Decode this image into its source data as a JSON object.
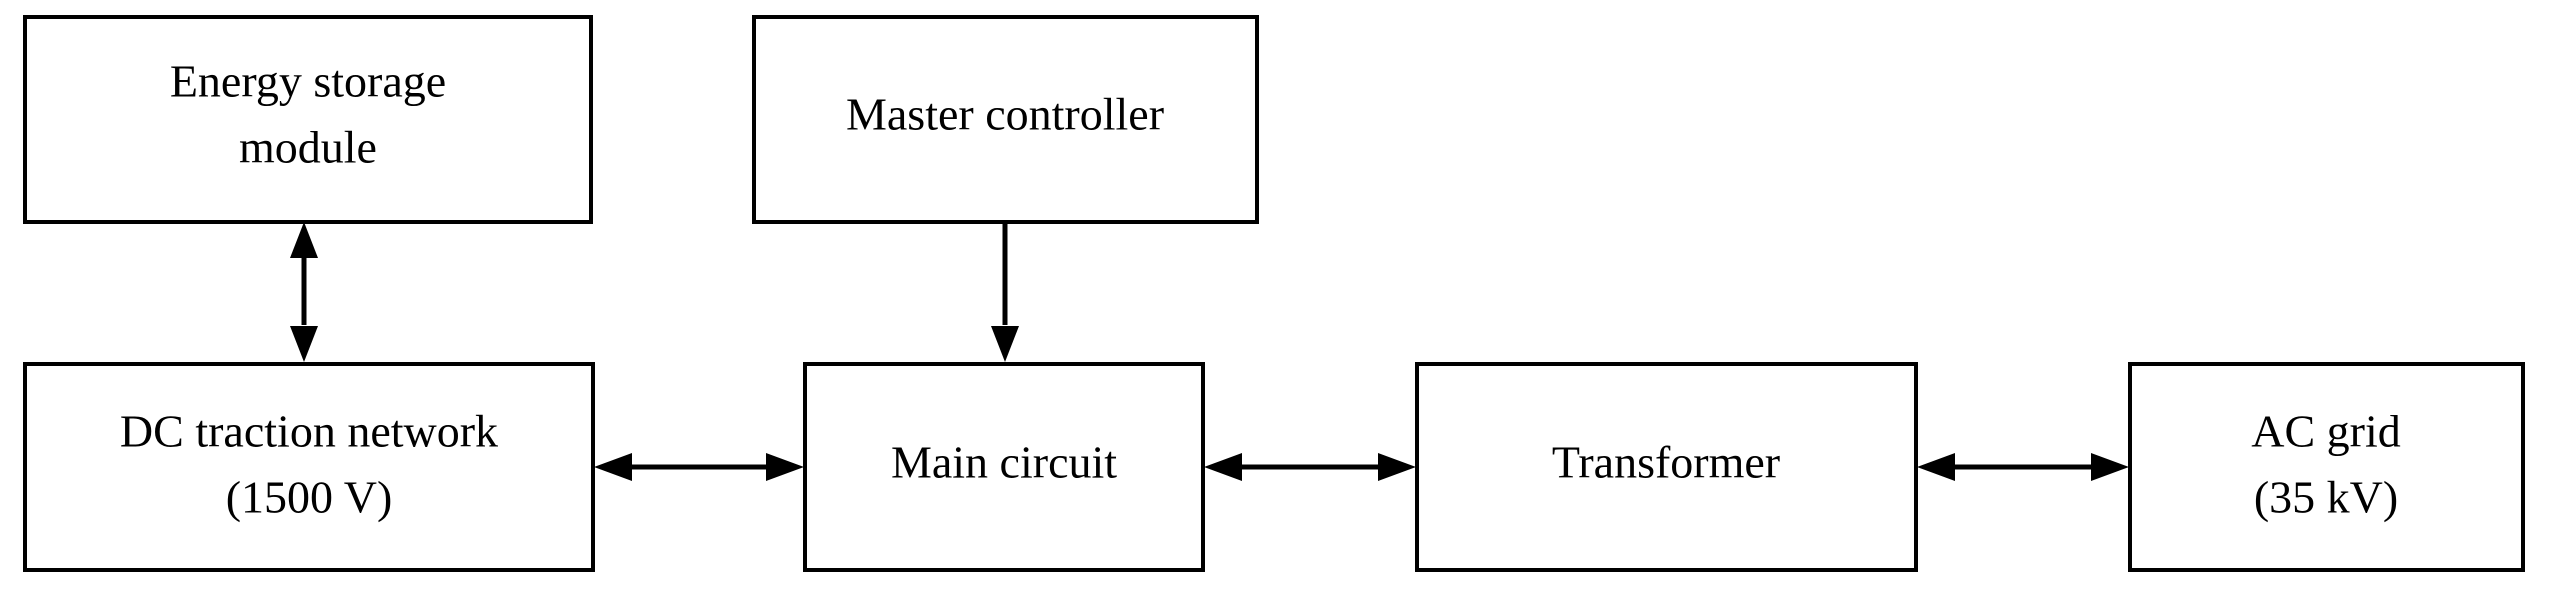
{
  "diagram": {
    "nodes": {
      "energy_storage": {
        "lines": [
          "Energy storage",
          "module"
        ]
      },
      "master_controller": {
        "lines": [
          "Master controller"
        ]
      },
      "dc_network": {
        "lines": [
          "DC traction network",
          "(1500 V)"
        ]
      },
      "main_circuit": {
        "lines": [
          "Main circuit"
        ]
      },
      "transformer": {
        "lines": [
          "Transformer"
        ]
      },
      "ac_grid": {
        "lines": [
          "AC grid",
          "(35 kV)"
        ]
      }
    },
    "edges": [
      {
        "from": "energy_storage",
        "to": "dc_network",
        "direction": "bidirectional"
      },
      {
        "from": "master_controller",
        "to": "main_circuit",
        "direction": "forward"
      },
      {
        "from": "dc_network",
        "to": "main_circuit",
        "direction": "bidirectional"
      },
      {
        "from": "main_circuit",
        "to": "transformer",
        "direction": "bidirectional"
      },
      {
        "from": "transformer",
        "to": "ac_grid",
        "direction": "bidirectional"
      }
    ],
    "colors": {
      "stroke": "#000000",
      "fill": "#ffffff",
      "text": "#000000"
    }
  }
}
